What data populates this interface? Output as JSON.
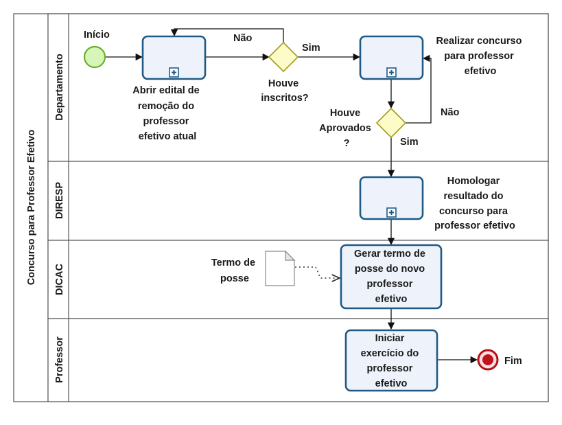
{
  "pool": {
    "title": "Concurso para Professor Efetivo"
  },
  "lanes": [
    {
      "label": "Departamento"
    },
    {
      "label": "DIRESP"
    },
    {
      "label": "DICAC"
    },
    {
      "label": "Professor"
    }
  ],
  "events": {
    "start": {
      "label": "Início"
    },
    "end": {
      "label": "Fim"
    }
  },
  "tasks": {
    "abrir_edital": {
      "lines": [
        "Abrir edital de",
        "remoção do",
        "professor",
        "efetivo atual"
      ],
      "subprocess": true
    },
    "realizar_concurso": {
      "lines": [
        "Realizar concurso",
        "para professor",
        "efetivo"
      ],
      "subprocess": true
    },
    "homologar": {
      "lines": [
        "Homologar",
        "resultado do",
        "concurso para",
        "professor efetivo"
      ],
      "subprocess": true
    },
    "gerar_termo": {
      "lines": [
        "Gerar termo de",
        "posse do novo",
        "professor",
        "efetivo"
      ],
      "subprocess": false
    },
    "iniciar_exercicio": {
      "lines": [
        "Iniciar",
        "exercício do",
        "professor",
        "efetivo"
      ],
      "subprocess": false
    }
  },
  "gateways": {
    "houve_inscritos": {
      "lines": [
        "Houve",
        "inscritos?"
      ]
    },
    "houve_aprovados": {
      "lines": [
        "Houve",
        "Aprovados",
        "?"
      ]
    }
  },
  "flow_labels": {
    "inscritos_nao": "Não",
    "inscritos_sim": "Sim",
    "aprovados_nao": "Não",
    "aprovados_sim": "Sim"
  },
  "data_object": {
    "lines": [
      "Termo de",
      "posse"
    ]
  }
}
